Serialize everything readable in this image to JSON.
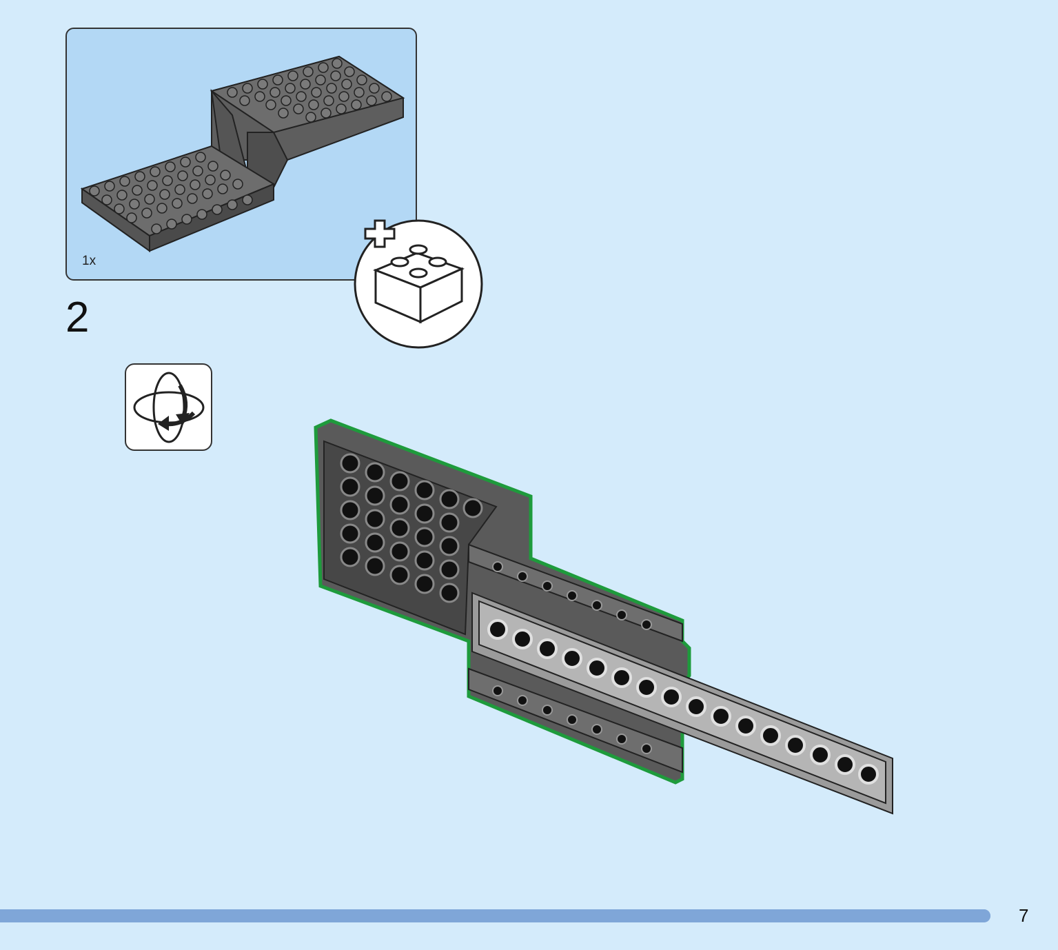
{
  "parts_list": {
    "quantity": "1x",
    "part_name_icon": "train-base-plate-icon",
    "add_icon": "plus-brick-icon"
  },
  "step": {
    "number": "2",
    "rotate_icon": "rotate-model-icon"
  },
  "model_icon": "assembly-model-illustration",
  "footer": {
    "page_number": "7",
    "progress_fraction": 1.0
  },
  "colors": {
    "background": "#d4ebfb",
    "parts_box": "#b3d8f5",
    "brick_gray": "#6b6b6b",
    "highlight_green": "#1e9b3c",
    "progress_bar": "#7fa6d8"
  }
}
